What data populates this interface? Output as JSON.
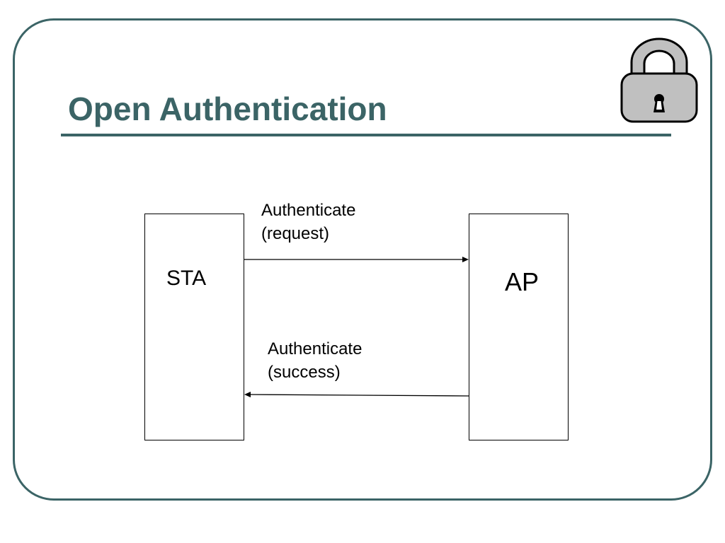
{
  "slide": {
    "title": "Open Authentication"
  },
  "icons": {
    "lock": "padlock-icon"
  },
  "colors": {
    "accent": "#3b6466",
    "lock_fill": "#c0c0c0",
    "line": "#000000"
  },
  "diagram": {
    "sta_label": "STA",
    "ap_label": "AP",
    "request_message": {
      "line1": "Authenticate",
      "line2": "(request)"
    },
    "success_message": {
      "line1": "Authenticate",
      "line2": "(success)"
    }
  }
}
